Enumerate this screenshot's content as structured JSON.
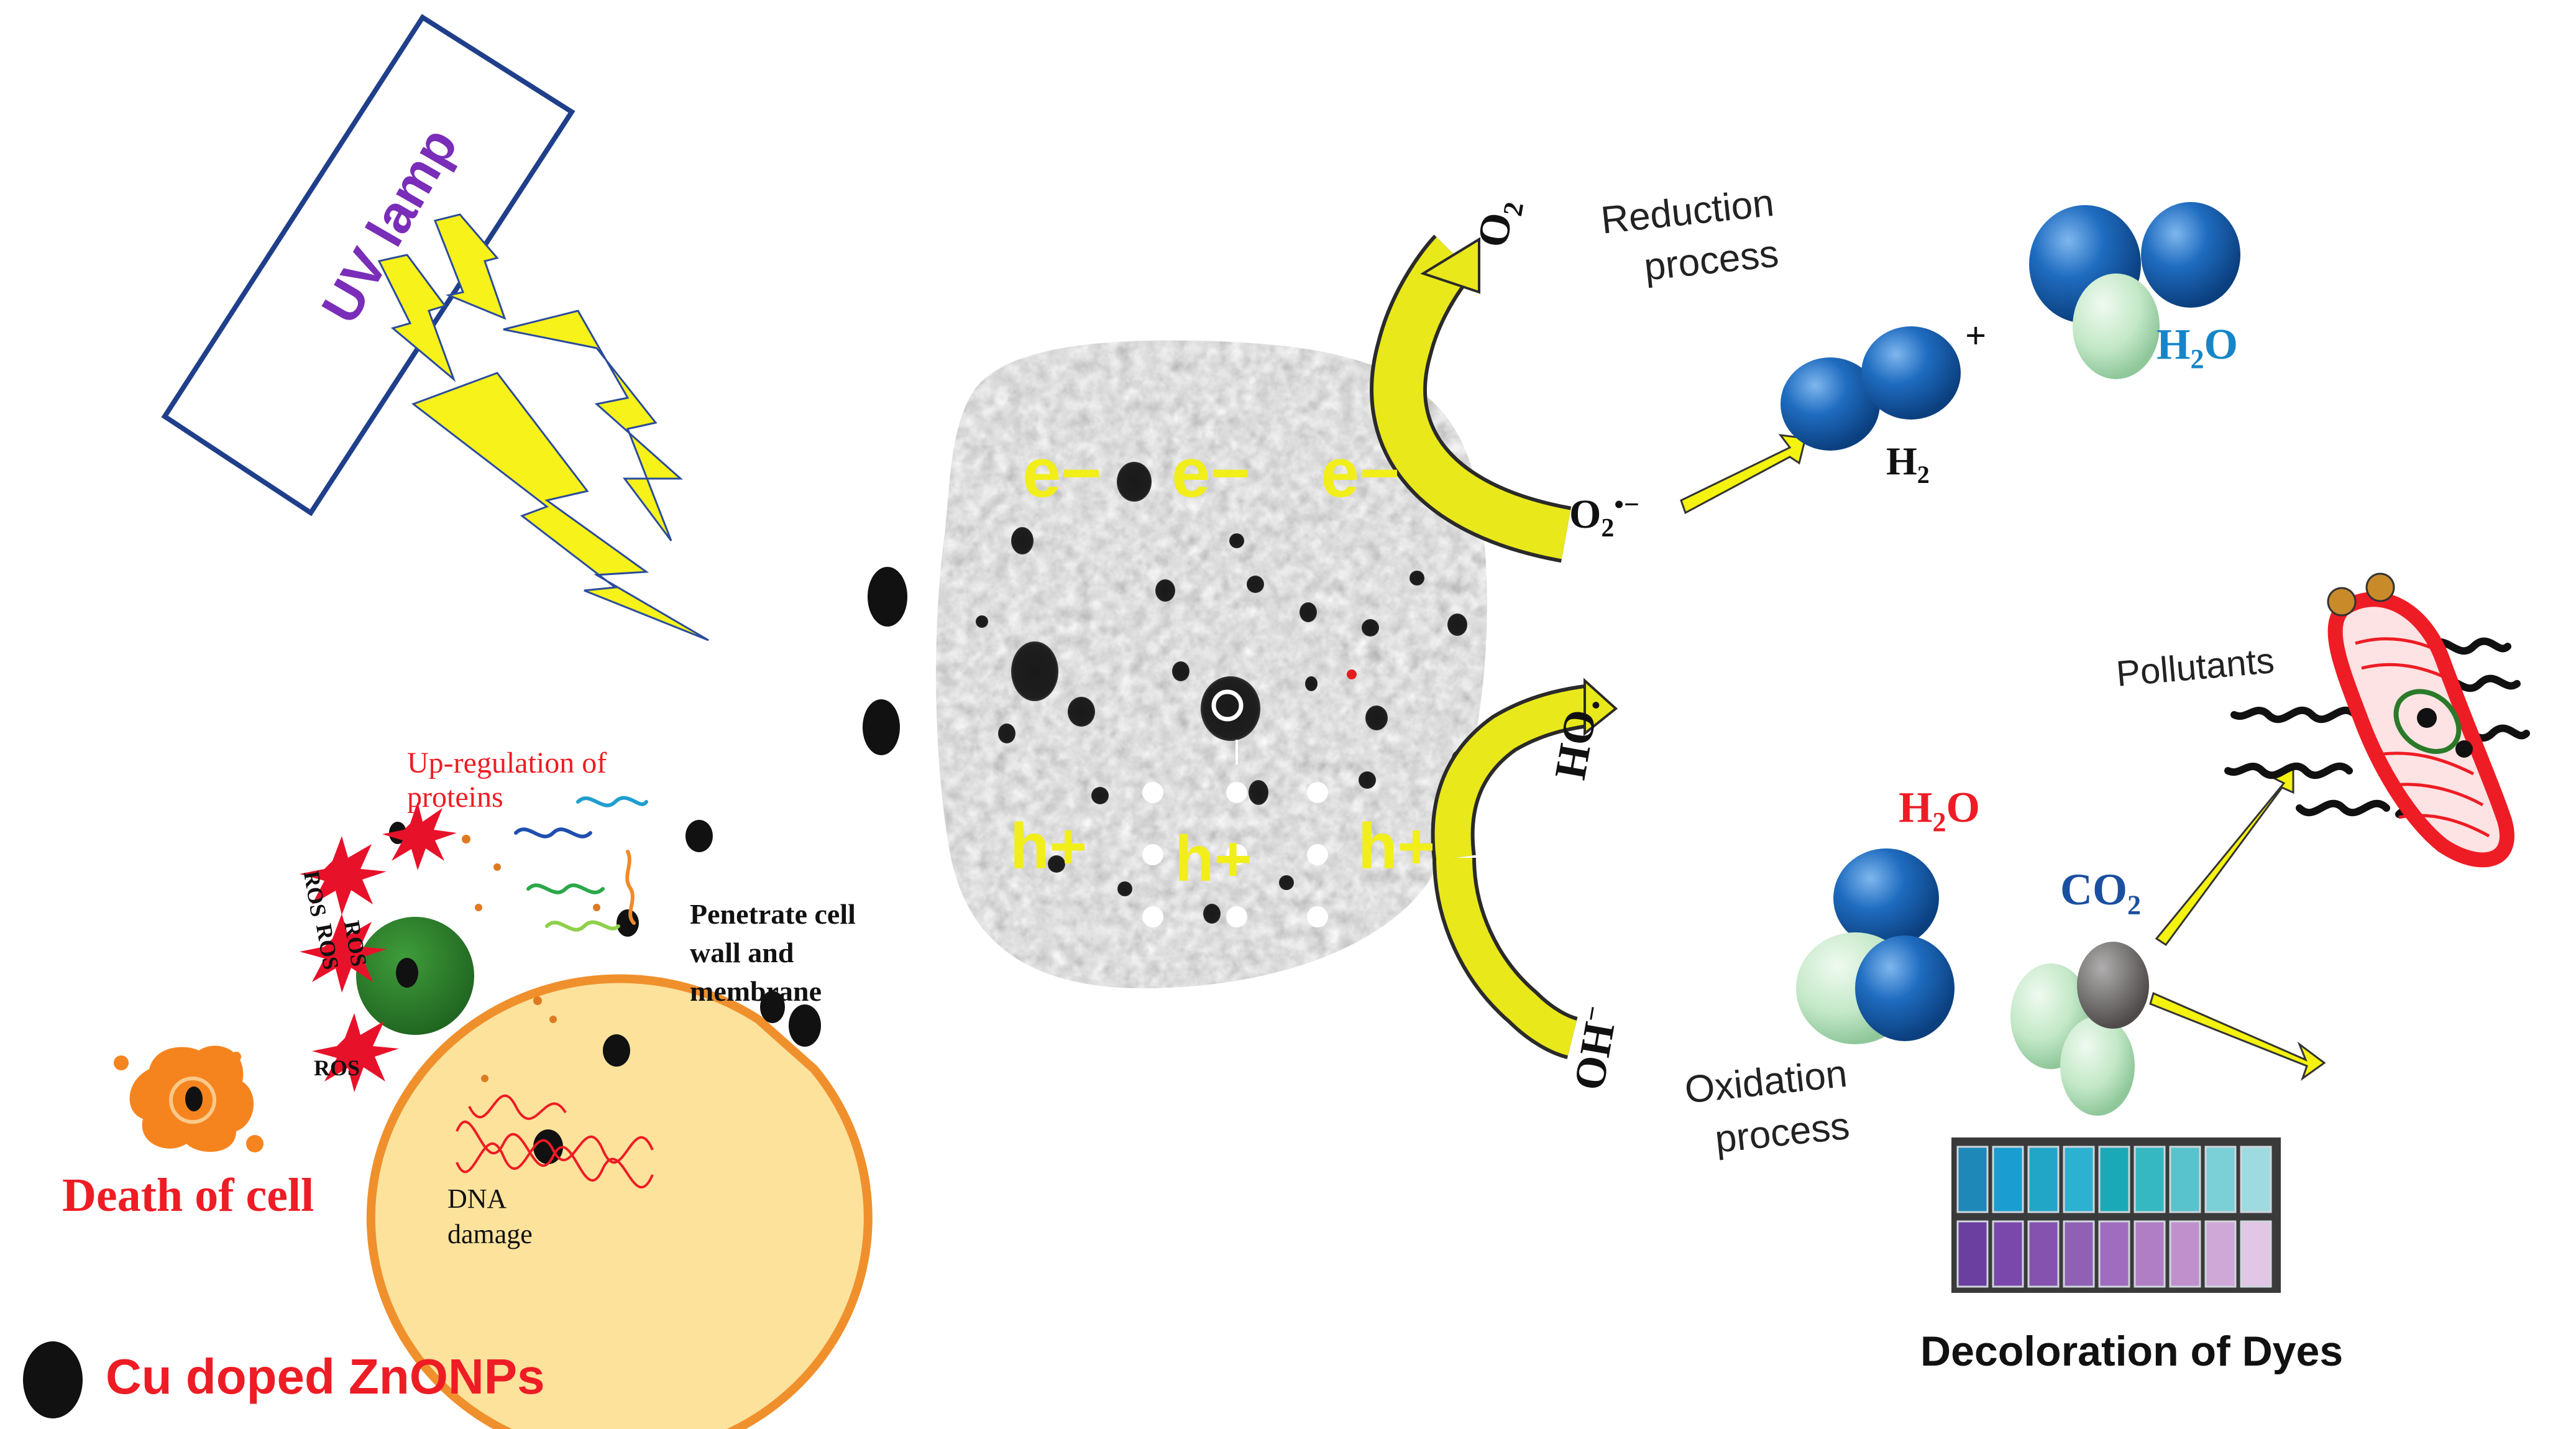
{
  "uv_lamp": {
    "label": "UV lamp"
  },
  "legend": {
    "label": "Cu doped ZnONPs"
  },
  "particle": {
    "electron_label": "e−",
    "hole_label": "h+"
  },
  "reduction": {
    "o2": "O",
    "o2_sub": "2",
    "process_line1": "Reduction",
    "process_line2": "process",
    "superoxide": "O",
    "superoxide_sub": "2",
    "superoxide_sup": "•−",
    "h2": "H",
    "h2_sub": "2",
    "plus": "+",
    "h2o": "H",
    "h2o_sub": "2",
    "h2o_tail": "O"
  },
  "oxidation": {
    "oh_radical": "˙OH",
    "oh_minus": "OH",
    "oh_minus_sup": "−",
    "process_line1": "Oxidation",
    "process_line2": "process",
    "h2o": "H",
    "h2o_sub": "2",
    "h2o_tail": "O",
    "co2": "CO",
    "co2_sub": "2",
    "pollutants": "Pollutants",
    "dyes_caption": "Decoloration of Dyes"
  },
  "cell": {
    "upregulation": "Up-regulation of proteins",
    "ros": "ROS",
    "penetrate_line1": "Penetrate cell",
    "penetrate_line2": "wall and",
    "penetrate_line3": "membrane",
    "dna_line1": "DNA",
    "dna_line2": "damage",
    "death": "Death of cell"
  },
  "colors": {
    "uv_purple": "#7a2db8",
    "arrow_yellow": "#f4f20f",
    "lightning_yellow": "#f6f21a",
    "text_red": "#ee1c24",
    "molecule_blue": "#1b63b0",
    "molecule_mint": "#bfe6c3",
    "cell_fill": "#fde29c",
    "cell_border": "#f0902c",
    "nucleus_green": "#2c7a2a"
  }
}
